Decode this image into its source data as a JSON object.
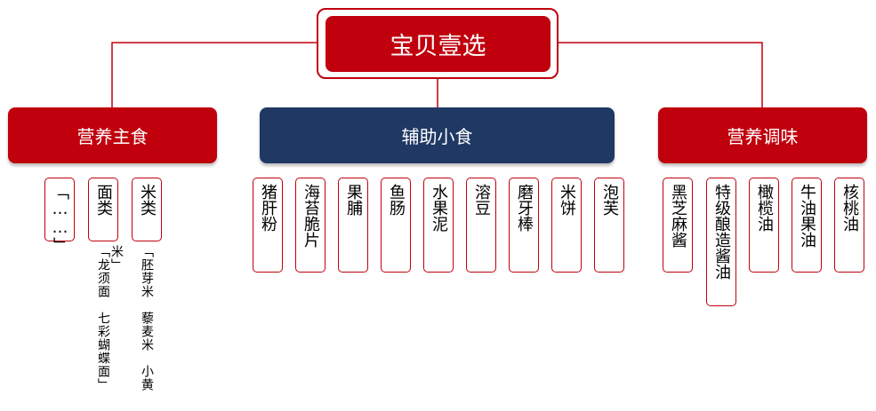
{
  "root": {
    "label": "宝贝壹选"
  },
  "categories": [
    {
      "label": "营养主食",
      "items": [
        {
          "label": "「……」"
        },
        {
          "label": "面类",
          "sub": "「龙须面　七彩蝴蝶面」"
        },
        {
          "label": "米类",
          "sub": "「胚芽米　藜麦米　小黄米」"
        }
      ]
    },
    {
      "label": "辅助小食",
      "items": [
        {
          "label": "猪肝粉"
        },
        {
          "label": "海苔脆片"
        },
        {
          "label": "果脯"
        },
        {
          "label": "鱼肠"
        },
        {
          "label": "水果泥"
        },
        {
          "label": "溶豆"
        },
        {
          "label": "磨牙棒"
        },
        {
          "label": "米饼"
        },
        {
          "label": "泡芙"
        }
      ]
    },
    {
      "label": "营养调味",
      "items": [
        {
          "label": "黑芝麻酱"
        },
        {
          "label": "特级酿造酱油"
        },
        {
          "label": "橄榄油"
        },
        {
          "label": "牛油果油"
        },
        {
          "label": "核桃油"
        }
      ]
    }
  ],
  "colors": {
    "red": "#c0000c",
    "navy": "#1f3864",
    "line": "#c0000c"
  }
}
